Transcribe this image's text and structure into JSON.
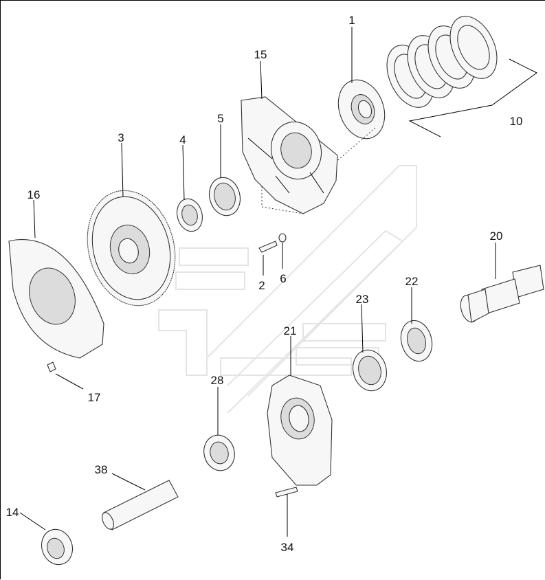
{
  "labels": {
    "l1": "1",
    "l2": "2",
    "l3": "3",
    "l4": "4",
    "l5": "5",
    "l6": "6",
    "l10": "10",
    "l14": "14",
    "l15": "15",
    "l16": "16",
    "l17": "17",
    "l20": "20",
    "l21": "21",
    "l22": "22",
    "l23": "23",
    "l28": "28",
    "l34": "34",
    "l38": "38"
  }
}
